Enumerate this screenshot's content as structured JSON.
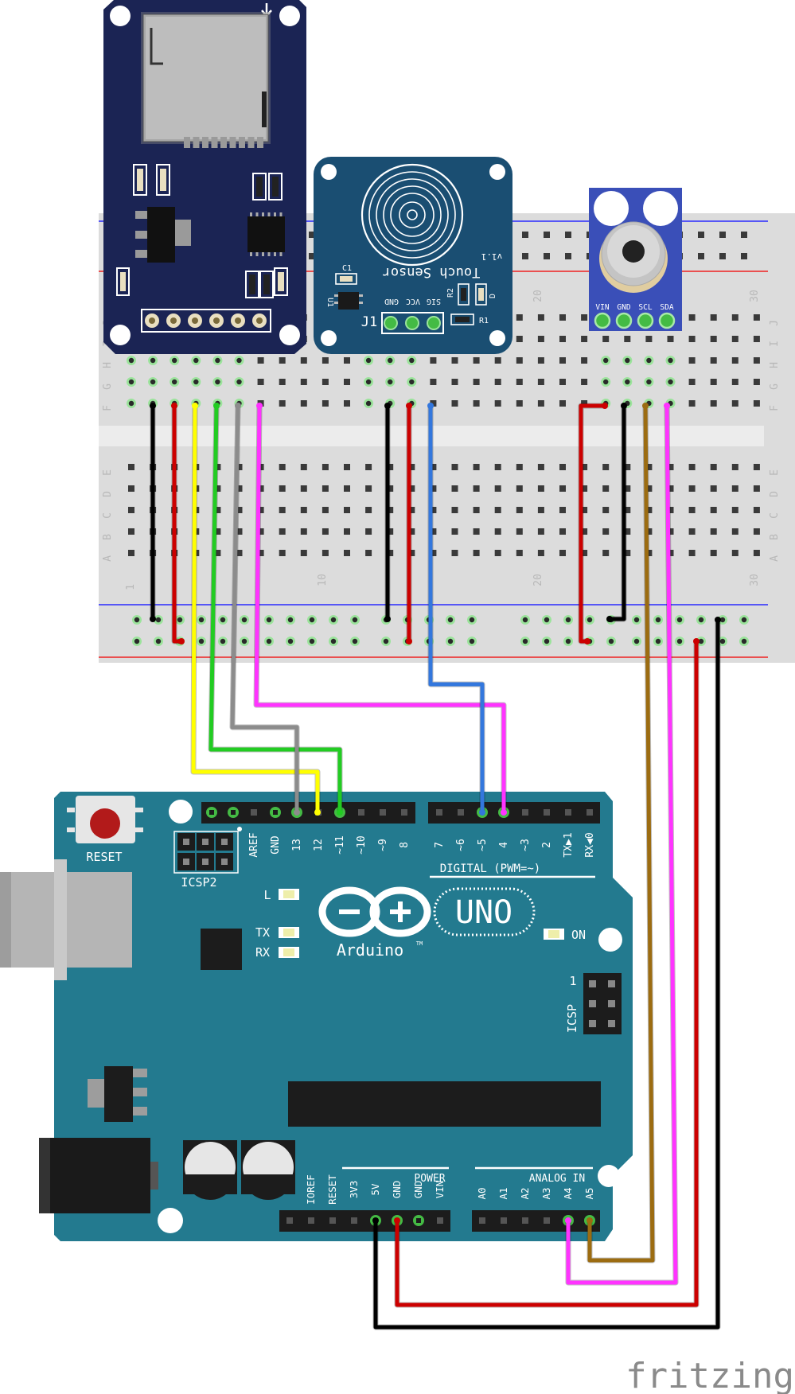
{
  "sd_module": {
    "pin_count": 6
  },
  "touch_sensor": {
    "title": "Touch Sensor",
    "version": "v1.1",
    "pin_header": "J1",
    "pin_labels": [
      "GND",
      "VCC",
      "SIG"
    ],
    "component_labels": [
      "C1",
      "U1",
      "R2",
      "D",
      "R1"
    ]
  },
  "ir_sensor": {
    "pin_labels": [
      "VIN",
      "GND",
      "SCL",
      "SDA"
    ]
  },
  "breadboard": {
    "row_letters_top": [
      "J",
      "I",
      "H",
      "G",
      "F"
    ],
    "row_letters_bottom": [
      "E",
      "D",
      "C",
      "B",
      "A"
    ],
    "column_numbers": [
      "1",
      "10",
      "20",
      "30"
    ]
  },
  "arduino": {
    "reset_label": "RESET",
    "icsp2_label": "ICSP2",
    "icsp_label": "ICSP",
    "icsp_pin1": "1",
    "brand": "Arduino",
    "trademark": "TM",
    "model": "UNO",
    "led_labels": [
      "L",
      "TX",
      "RX"
    ],
    "on_label": "ON",
    "digital_header_title": "DIGITAL (PWM=~)",
    "digital_pins_left": [
      "AREF",
      "GND",
      "13",
      "12",
      "~11",
      "~10",
      "~9",
      "8"
    ],
    "digital_pins_right": [
      "7",
      "~6",
      "~5",
      "4",
      "~3",
      "2",
      "TX▶1",
      "RX◀0"
    ],
    "power_header_title": "POWER",
    "power_pins": [
      "IOREF",
      "RESET",
      "3V3",
      "5V",
      "GND",
      "GND",
      "VIN"
    ],
    "analog_header_title": "ANALOG IN",
    "analog_pins": [
      "A0",
      "A1",
      "A2",
      "A3",
      "A4",
      "A5"
    ]
  },
  "wires": [
    {
      "color": "#000000"
    },
    {
      "color": "#cc0000"
    },
    {
      "color": "#ffff00"
    },
    {
      "color": "#22cc22"
    },
    {
      "color": "#8c8c8c"
    },
    {
      "color": "#ff33ff"
    },
    {
      "color": "#3377dd"
    },
    {
      "color": "#9c6c11"
    }
  ],
  "watermark": "fritzing"
}
